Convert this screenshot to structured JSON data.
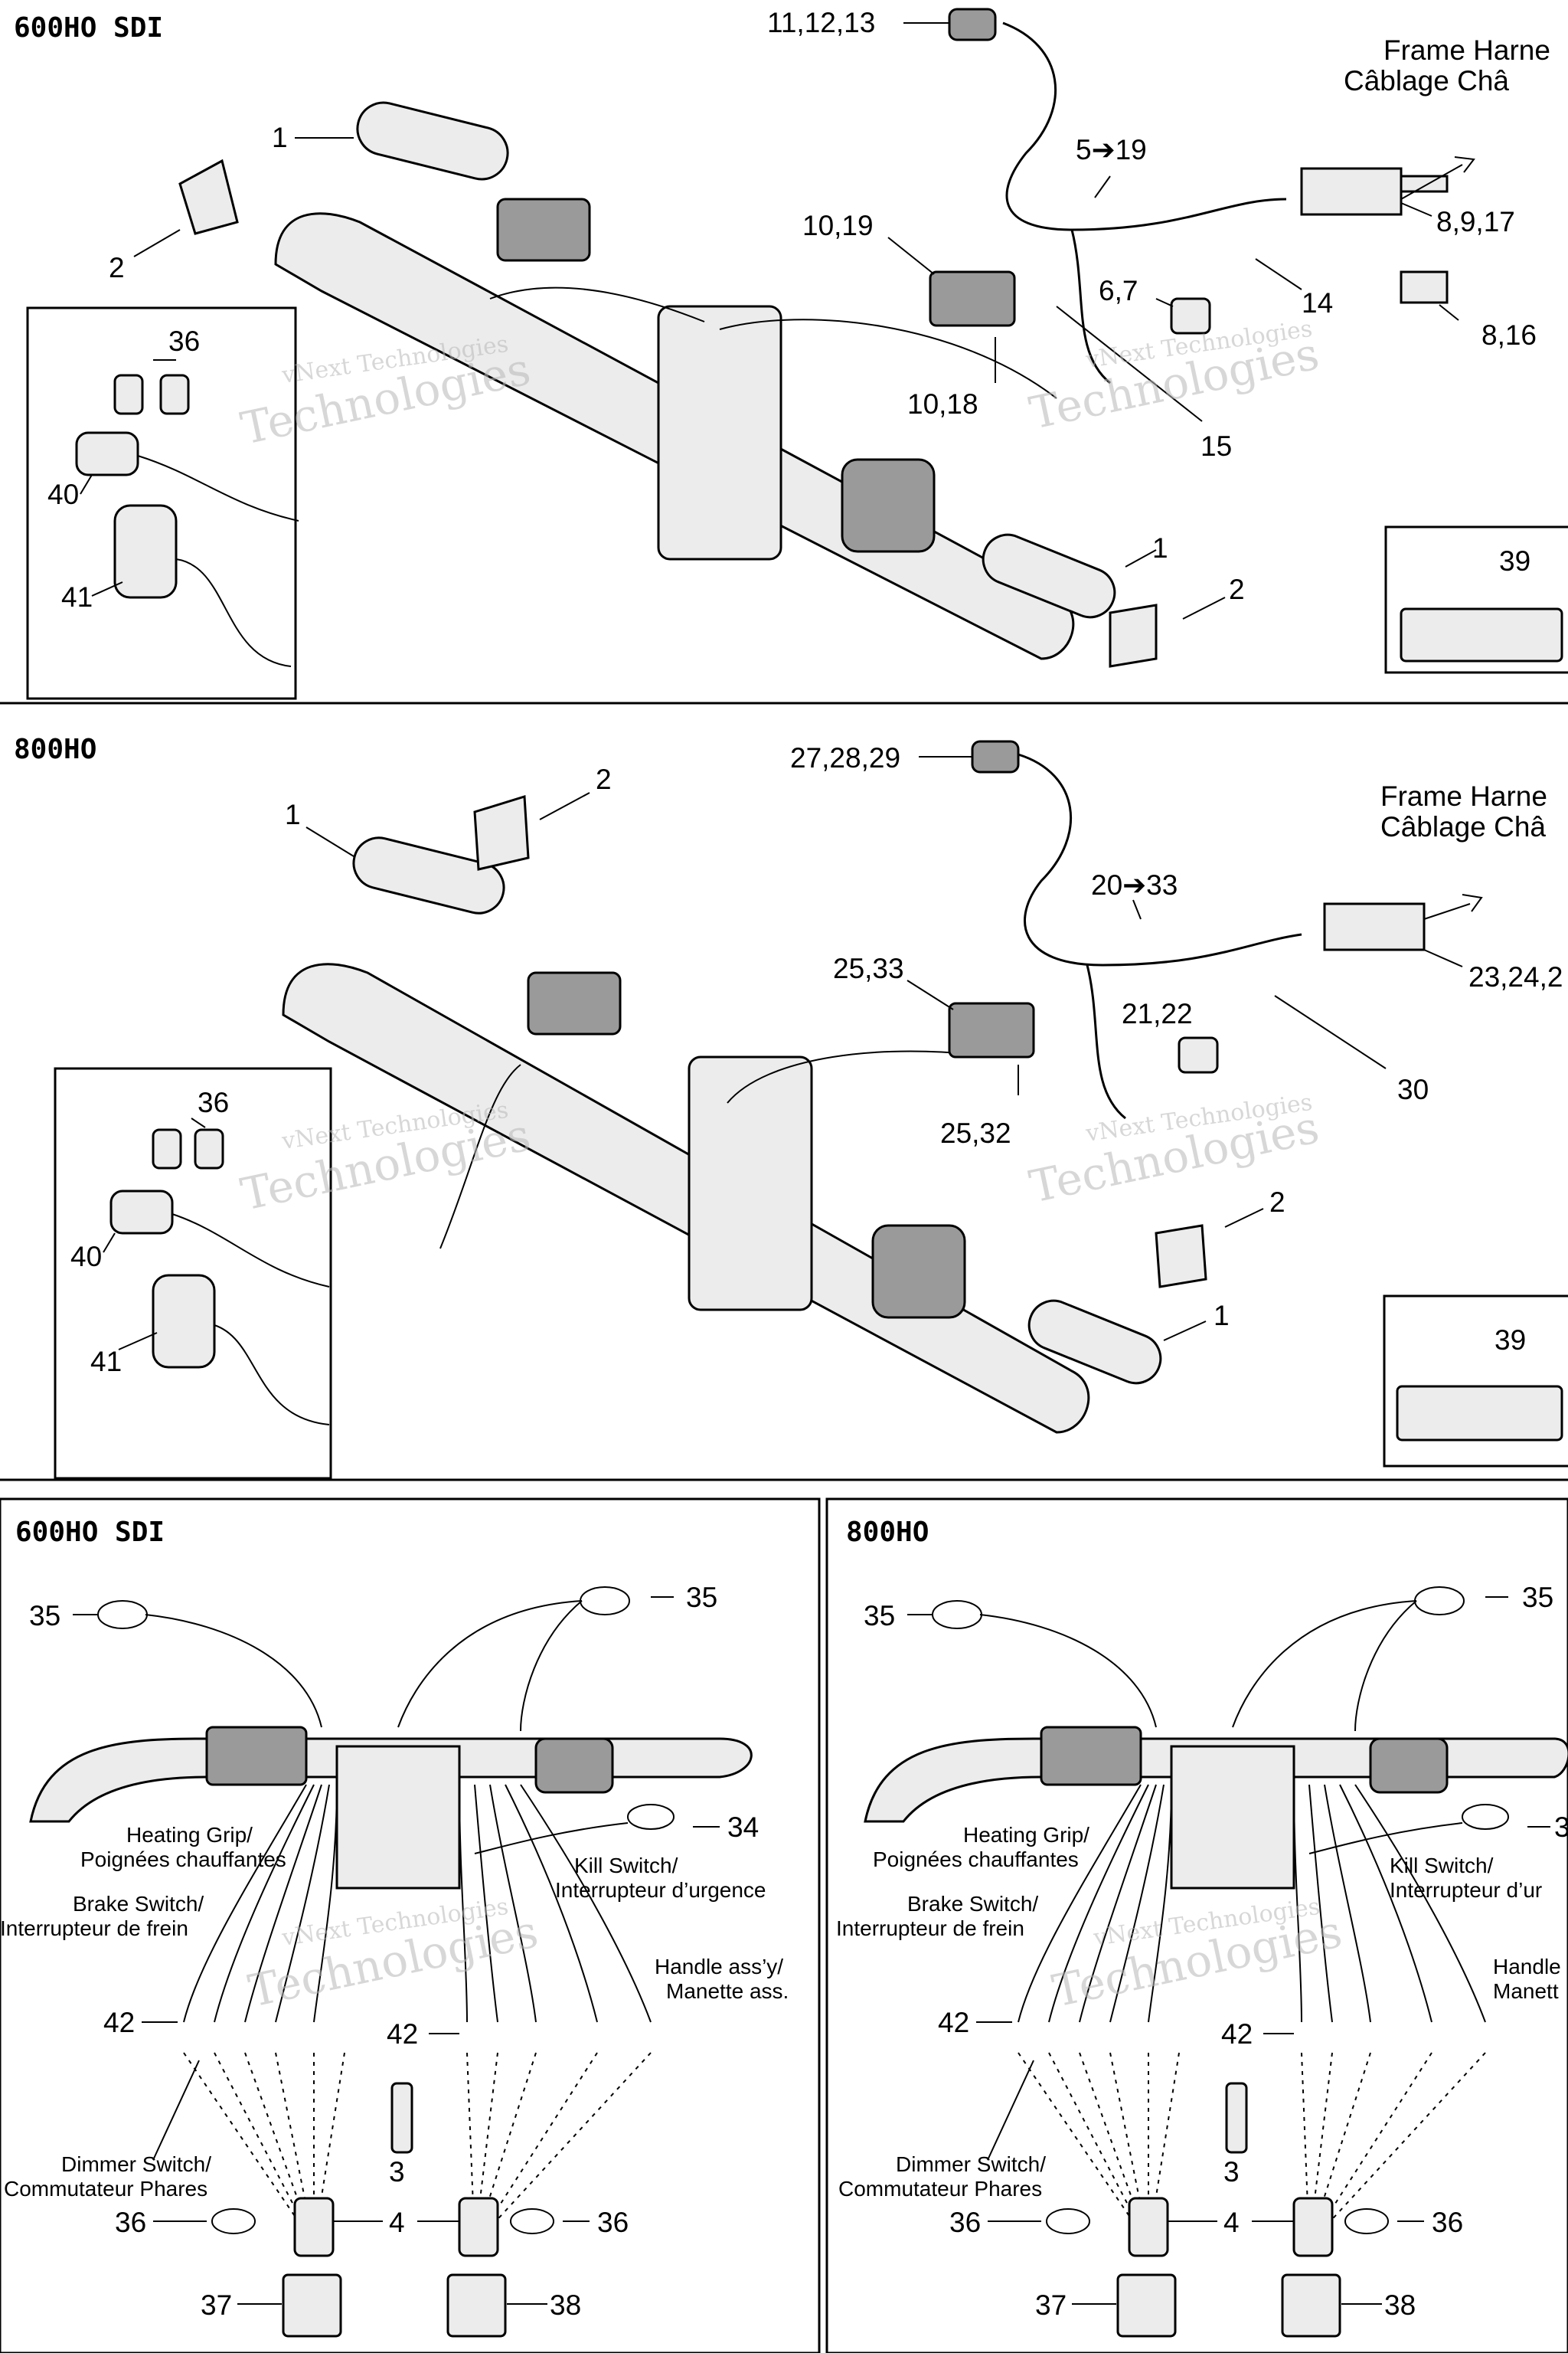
{
  "sections": {
    "top_title": "600HO SDI",
    "mid_title": "800HO",
    "bl_title": "600HO SDI",
    "br_title": "800HO"
  },
  "top": {
    "lbl_1a": "1",
    "lbl_2a": "2",
    "lbl_36": "36",
    "lbl_40": "40",
    "lbl_41": "41",
    "lbl_11_12_13": "11,12,13",
    "lbl_frame1": "Frame Harne",
    "lbl_frame2": "Câblage Châ",
    "lbl_5_19": "5➔19",
    "lbl_10_19": "10,19",
    "lbl_8_9_17": "8,9,17",
    "lbl_6_7": "6,7",
    "lbl_14": "14",
    "lbl_8_16": "8,16",
    "lbl_10_18": "10,18",
    "lbl_15": "15",
    "lbl_1b": "1",
    "lbl_2b": "2",
    "lbl_39": "39"
  },
  "mid": {
    "lbl_1a": "1",
    "lbl_2a": "2",
    "lbl_36": "36",
    "lbl_40": "40",
    "lbl_41": "41",
    "lbl_27_28_29": "27,28,29",
    "lbl_frame1": "Frame Harne",
    "lbl_frame2": "Câblage Châ",
    "lbl_20_33": "20➔33",
    "lbl_25_33": "25,33",
    "lbl_21_22": "21,22",
    "lbl_23_24": "23,24,2",
    "lbl_30": "30",
    "lbl_25_32": "25,32",
    "lbl_2b": "2",
    "lbl_1b": "1",
    "lbl_39": "39"
  },
  "bottom_left": {
    "lbl_35a": "35",
    "lbl_35b": "35",
    "lbl_34": "34",
    "heating_1": "Heating Grip/",
    "heating_2": "Poignées chauffantes",
    "brake_1": "Brake Switch/",
    "brake_2": "Interrupteur de frein",
    "kill_1": "Kill Switch/",
    "kill_2": "Interrupteur d’urgence",
    "handle_1": "Handle ass’y/",
    "handle_2": "Manette ass.",
    "lbl_42a": "42",
    "lbl_42b": "42",
    "dimmer_1": "Dimmer Switch/",
    "dimmer_2": "Commutateur Phares",
    "lbl_3": "3",
    "lbl_36a": "36",
    "lbl_4": "4",
    "lbl_36b": "36",
    "lbl_37": "37",
    "lbl_38": "38"
  },
  "bottom_right": {
    "lbl_35a": "35",
    "lbl_35b": "35",
    "lbl_34": "3",
    "heating_1": "Heating Grip/",
    "heating_2": "Poignées chauffantes",
    "brake_1": "Brake Switch/",
    "brake_2": "Interrupteur de frein",
    "kill_1": "Kill Switch/",
    "kill_2": "Interrupteur d’ur",
    "handle_1": "Handle",
    "handle_2": "Manett",
    "lbl_42a": "42",
    "lbl_42b": "42",
    "dimmer_1": "Dimmer Switch/",
    "dimmer_2": "Commutateur Phares",
    "lbl_3": "3",
    "lbl_36a": "36",
    "lbl_4": "4",
    "lbl_36b": "36",
    "lbl_37": "37",
    "lbl_38": "38"
  },
  "watermark": {
    "line1": "vNext Technologies",
    "line2": "vNext",
    "line3": "Technologies"
  }
}
